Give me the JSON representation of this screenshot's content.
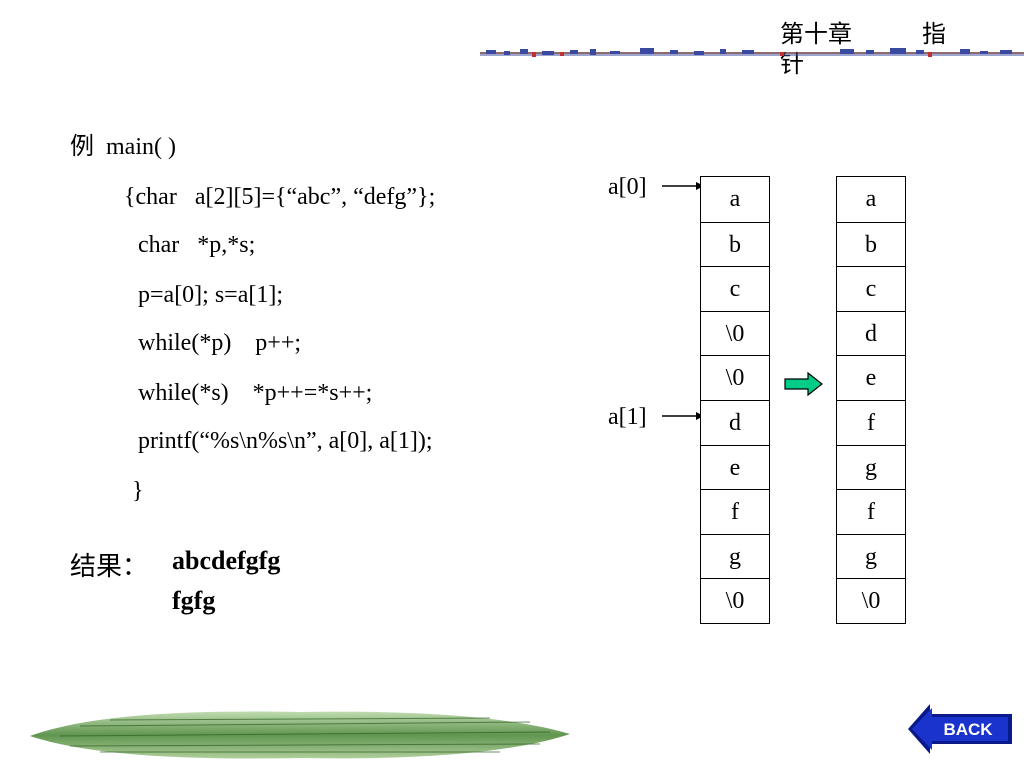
{
  "header": {
    "chapter_part1": "第十章",
    "chapter_part2": "指",
    "chapter_part3": "针"
  },
  "code_lines": [
    "例  main( )",
    "{char   a[2][5]={“abc”, “defg”};",
    "char   *p,*s;",
    "p=a[0]; s=a[1];",
    "while(*p)    p++;",
    "while(*s)    *p++=*s++;",
    "printf(“%s\\n%s\\n”, a[0], a[1]);",
    "}"
  ],
  "result": {
    "label": "结果：",
    "line1": "abcdefgfg",
    "line2": "fgfg"
  },
  "diagram": {
    "pointer_label_0": "a[0]",
    "pointer_label_1": "a[1]",
    "before_cells": [
      "a",
      "b",
      "c",
      "\\0",
      "\\0",
      "d",
      "e",
      "f",
      "g",
      "\\0"
    ],
    "after_cells": [
      "a",
      "b",
      "c",
      "d",
      "e",
      "f",
      "g",
      "f",
      "g",
      "\\0"
    ],
    "arrow_color": "#00cc88"
  },
  "nav": {
    "back_label": "BACK",
    "back_color": "#1a33cc"
  }
}
